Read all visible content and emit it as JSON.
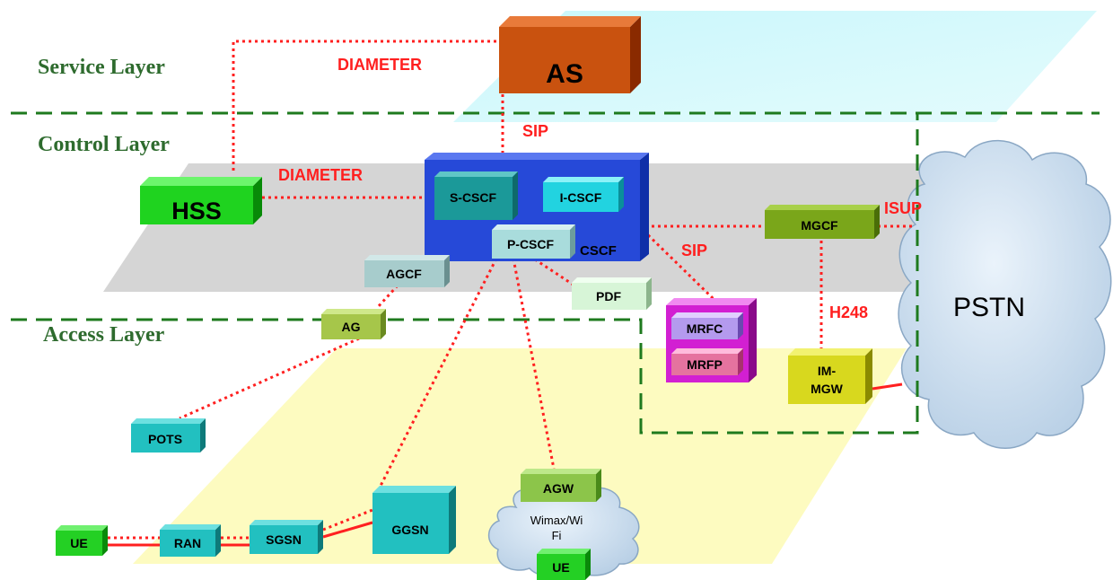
{
  "layers": {
    "service": "Service Layer",
    "control": "Control Layer",
    "access": "Access Layer"
  },
  "nodes": {
    "as": "AS",
    "hss": "HSS",
    "cscf": "CSCF",
    "s_cscf": "S-CSCF",
    "i_cscf": "I-CSCF",
    "p_cscf": "P-CSCF",
    "agcf": "AGCF",
    "pdf": "PDF",
    "mgcf": "MGCF",
    "ag": "AG",
    "mrfc": "MRFC",
    "mrfp": "MRFP",
    "im_mgw_line1": "IM-",
    "im_mgw_line2": "MGW",
    "pots": "POTS",
    "ue_left": "UE",
    "ran": "RAN",
    "sgsn": "SGSN",
    "ggsn": "GGSN",
    "agw": "AGW",
    "ue_bottom": "UE"
  },
  "clouds": {
    "pstn": "PSTN",
    "wimax_line1": "Wimax/Wi",
    "wimax_line2": "Fi"
  },
  "protocols": {
    "diameter_top": "DIAMETER",
    "diameter_mid": "DIAMETER",
    "sip_top": "SIP",
    "sip_right": "SIP",
    "isup": "ISUP",
    "h248": "H248"
  },
  "colors": {
    "layer_label": "#2e6b2e",
    "protocol_label": "#ff1f1f",
    "dashed_boundary": "#1e7a1e",
    "link_red": "#ff2020"
  }
}
